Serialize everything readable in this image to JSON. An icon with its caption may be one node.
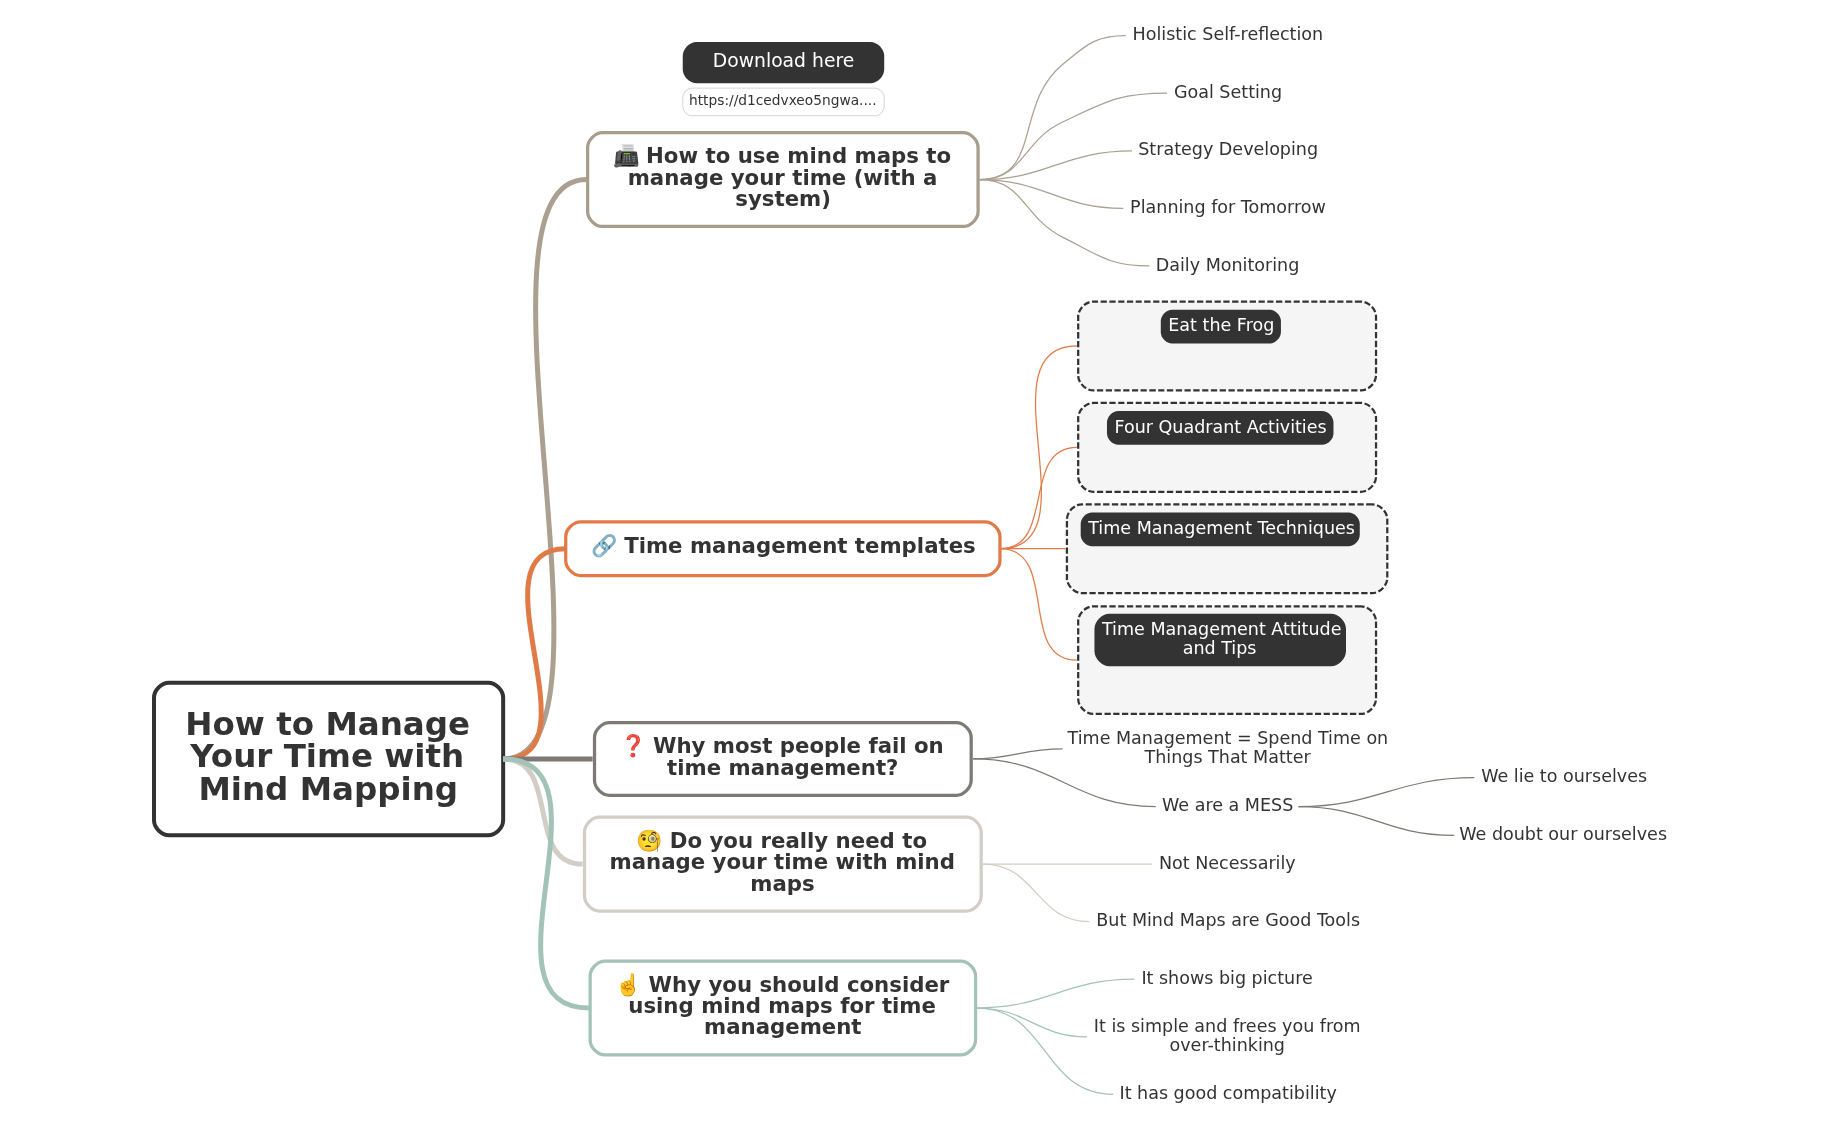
{
  "diagram": {
    "nodes": [
      {
        "text": [
          "How to Manage Your Time with Mind Mapping"
        ]
      },
      {
        "text": [
          "📠 How to use mind maps to manage your time (with a system)"
        ]
      },
      {
        "text": [
          "Holistic Self-reflection"
        ]
      },
      {
        "text": [
          "Goal Setting"
        ]
      },
      {
        "text": [
          "Strategy Developing"
        ]
      },
      {
        "text": [
          "Planning for Tomorrow"
        ]
      },
      {
        "text": [
          "Daily Monitoring"
        ]
      },
      {
        "text": [
          "Download here"
        ],
        "beside": [
          "https://d1cedvxeo5ngwa...."
        ]
      },
      {
        "text": [
          "🔗 Time management templates"
        ]
      },
      {
        "text": [
          "Eat the Frog"
        ]
      },
      {
        "text": [
          "Four Quadrant Activities"
        ]
      },
      {
        "text": [
          "Time Management Techniques"
        ]
      },
      {
        "text": [
          "Time Management Attitude and Tips"
        ]
      },
      {
        "text": [
          "❓ Why most people fail on time management?"
        ]
      },
      {
        "text": [
          "Time Management = Spend Time on Things That Matter"
        ]
      },
      {
        "text": [
          "We are a MESS"
        ]
      },
      {
        "text": [
          "We lie to ourselves"
        ]
      },
      {
        "text": [
          "We doubt our ourselves"
        ]
      },
      {
        "text": [
          "🧐 Do you really need to manage your time with mind maps"
        ]
      },
      {
        "text": [
          "Not Necessarily"
        ]
      },
      {
        "text": [
          "But Mind Maps are Good Tools"
        ]
      },
      {
        "text": [
          "☝️ Why you should consider using mind maps for time management"
        ]
      },
      {
        "text": [
          "It shows big picture"
        ]
      },
      {
        "text": [
          "It is simple and frees you from over-thinking"
        ]
      },
      {
        "text": [
          "It has good compatibility"
        ]
      }
    ],
    "edges": [
      {
        "from": 0,
        "to": 1,
        "arrow": "none",
        "style": "thick"
      },
      {
        "from": 1,
        "to": 2,
        "arrow": "none"
      },
      {
        "from": 1,
        "to": 3,
        "arrow": "none"
      },
      {
        "from": 1,
        "to": 4,
        "arrow": "none"
      },
      {
        "from": 1,
        "to": 5,
        "arrow": "none"
      },
      {
        "from": 1,
        "to": 6,
        "arrow": "none"
      },
      {
        "from": 0,
        "to": 8,
        "arrow": "none",
        "style": "thick",
        "color": "#e07b47"
      },
      {
        "from": 8,
        "to": 9,
        "arrow": "none",
        "color": "#e07b47"
      },
      {
        "from": 8,
        "to": 10,
        "arrow": "none",
        "color": "#e07b47"
      },
      {
        "from": 8,
        "to": 11,
        "arrow": "none",
        "color": "#e07b47"
      },
      {
        "from": 8,
        "to": 12,
        "arrow": "none",
        "color": "#e07b47"
      },
      {
        "from": 0,
        "to": 13,
        "arrow": "none",
        "style": "thick",
        "color": "#7c7a73"
      },
      {
        "from": 13,
        "to": 14,
        "arrow": "none",
        "color": "#7c7a73"
      },
      {
        "from": 13,
        "to": 15,
        "arrow": "none",
        "color": "#7c7a73"
      },
      {
        "from": 15,
        "to": 16,
        "arrow": "none",
        "color": "#7c7a73"
      },
      {
        "from": 15,
        "to": 17,
        "arrow": "none",
        "color": "#7c7a73"
      },
      {
        "from": 0,
        "to": 18,
        "arrow": "none",
        "style": "thick",
        "color": "#d3cec5"
      },
      {
        "from": 18,
        "to": 19,
        "arrow": "none",
        "color": "#d3cec5"
      },
      {
        "from": 18,
        "to": 20,
        "arrow": "none",
        "color": "#d3cec5"
      },
      {
        "from": 0,
        "to": 21,
        "arrow": "none",
        "style": "thick",
        "color": "#a3c2b8"
      },
      {
        "from": 21,
        "to": 22,
        "arrow": "none",
        "color": "#a3c2b8"
      },
      {
        "from": 21,
        "to": 23,
        "arrow": "none",
        "color": "#a3c2b8"
      },
      {
        "from": 21,
        "to": 24,
        "arrow": "none",
        "color": "#a3c2b8"
      }
    ]
  }
}
